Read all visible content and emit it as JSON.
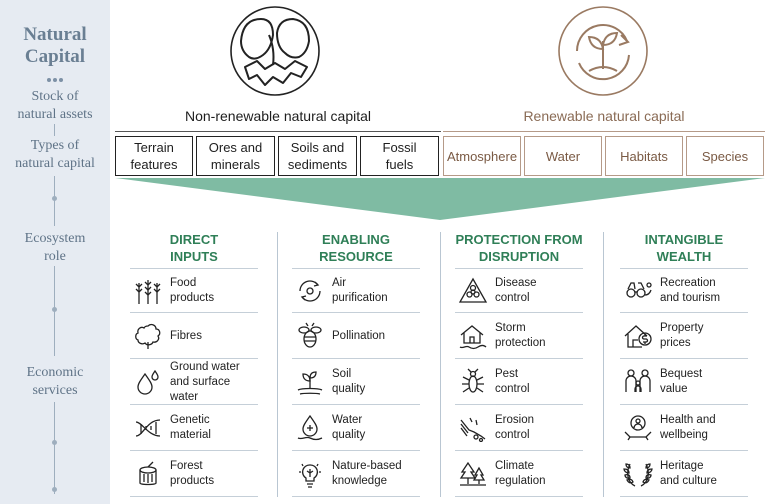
{
  "sidebar": {
    "title_line1": "Natural",
    "title_line2": "Capital",
    "labels": [
      {
        "line1": "Stock of",
        "line2": "natural assets"
      },
      {
        "line1": "Types of",
        "line2": "natural capital"
      },
      {
        "line1": "Ecosystem",
        "line2": "role"
      },
      {
        "line1": "Economic",
        "line2": "services"
      }
    ]
  },
  "capital": {
    "non_renewable": {
      "title": "Non-renewable natural capital",
      "icon": "rocks-earth-icon",
      "types": [
        {
          "line1": "Terrain",
          "line2": "features"
        },
        {
          "line1": "Ores and",
          "line2": "minerals"
        },
        {
          "line1": "Soils and",
          "line2": "sediments"
        },
        {
          "line1": "Fossil",
          "line2": "fuels"
        }
      ]
    },
    "renewable": {
      "title": "Renewable natural capital",
      "icon": "seedling-cycle-icon",
      "types": [
        "Atmosphere",
        "Water",
        "Habitats",
        "Species"
      ]
    }
  },
  "roles": [
    {
      "title_line1": "DIRECT",
      "title_line2": "INPUTS",
      "services": [
        {
          "icon": "wheat-icon",
          "line1": "Food",
          "line2": "products"
        },
        {
          "icon": "cotton-icon",
          "line1": "Fibres",
          "line2": ""
        },
        {
          "icon": "water-drops-icon",
          "line1": "Ground water",
          "line2": "and surface water"
        },
        {
          "icon": "dna-icon",
          "line1": "Genetic",
          "line2": "material"
        },
        {
          "icon": "tree-stump-icon",
          "line1": "Forest",
          "line2": "products"
        }
      ]
    },
    {
      "title_line1": "ENABLING",
      "title_line2": "RESOURCE",
      "services": [
        {
          "icon": "air-cycle-icon",
          "line1": "Air",
          "line2": "purification"
        },
        {
          "icon": "bee-icon",
          "line1": "Pollination",
          "line2": ""
        },
        {
          "icon": "soil-sprout-icon",
          "line1": "Soil",
          "line2": "quality"
        },
        {
          "icon": "water-quality-icon",
          "line1": "Water",
          "line2": "quality"
        },
        {
          "icon": "lightbulb-icon",
          "line1": "Nature-based",
          "line2": "knowledge"
        }
      ]
    },
    {
      "title_line1": "PROTECTION FROM",
      "title_line2": "DISRUPTION",
      "services": [
        {
          "icon": "biohazard-icon",
          "line1": "Disease",
          "line2": "control"
        },
        {
          "icon": "storm-house-icon",
          "line1": "Storm",
          "line2": "protection"
        },
        {
          "icon": "pest-icon",
          "line1": "Pest",
          "line2": "control"
        },
        {
          "icon": "erosion-icon",
          "line1": "Erosion",
          "line2": "control"
        },
        {
          "icon": "climate-trees-icon",
          "line1": "Climate",
          "line2": "regulation"
        }
      ]
    },
    {
      "title_line1": "INTANGIBLE",
      "title_line2": "WEALTH",
      "services": [
        {
          "icon": "binoculars-icon",
          "line1": "Recreation",
          "line2": "and tourism"
        },
        {
          "icon": "house-dollar-icon",
          "line1": "Property",
          "line2": "prices"
        },
        {
          "icon": "family-icon",
          "line1": "Bequest",
          "line2": "value"
        },
        {
          "icon": "health-hands-icon",
          "line1": "Health and",
          "line2": "wellbeing"
        },
        {
          "icon": "laurel-icon",
          "line1": "Heritage",
          "line2": "and culture"
        }
      ]
    }
  ],
  "colors": {
    "sidebar_bg": "#e6ebf2",
    "sidebar_text": "#6a7f93",
    "funnel": "#7fbba3",
    "role_title": "#2f7f57",
    "renewable_text": "#8a6b55",
    "renewable_border": "#b59a88"
  }
}
